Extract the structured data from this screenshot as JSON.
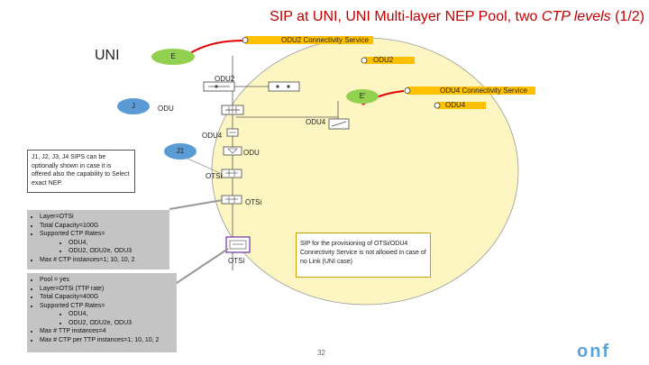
{
  "slide": {
    "title_main": "SIP at UNI, UNI Multi-layer NEP Pool, two ",
    "title_italic": "CTP levels",
    "title_tail": " (1/2)",
    "uni_label": "UNI",
    "page_number": "32"
  },
  "diagram": {
    "services": {
      "odu2_service": "ODU2 Connectivity Service",
      "odu4_service": "ODU4 Connectivity Service",
      "odu2_short": "ODU2",
      "odu4_short": "ODU4"
    },
    "layer_labels": {
      "odu2_top": "ODU2",
      "odu_left": "ODU",
      "odu4_right": "ODU4",
      "odu4_left": "ODU4",
      "odu_mid": "ODU",
      "otsi_mid": "OTSi",
      "otsi_low": "OTSi",
      "otsi_sip": "OTSi"
    },
    "bubbles": {
      "e": "E",
      "e_prime": "E'",
      "j": "J",
      "j1": "J1"
    }
  },
  "note": {
    "text": "J1, J2, J3, J4 SIPS can be optionally shown in case it is offered also the capability to Select exact NEP."
  },
  "upper_box": {
    "items": [
      "Layer=OTSi",
      "Total Capacity=100G",
      "Supported CTP Rates="
    ],
    "sub_items": [
      "ODU4,",
      "ODU2, ODU2e, ODU3"
    ],
    "last_item": "Max # CTP instances=1; 10, 10, 2"
  },
  "lower_box": {
    "items": [
      "Pool = yes",
      "Layer=OTSi (TTP rate)",
      "Total Capacity=400G",
      "Supported CTP Rates="
    ],
    "sub_items": [
      "ODU4,",
      "ODU2, ODU2e, ODU3"
    ],
    "last_items": [
      "Max # TTP instances=4",
      "Max # CTP per TTP instances=1; 10, 10, 2"
    ]
  },
  "sip_note": {
    "text": "SIP for the provisioning of OTSi/ODU4 Connectivity Service is not allowed in case of no Link (UNI case)"
  },
  "logo": {
    "text": "onf"
  },
  "colors": {
    "title": "#c00000",
    "service_bar": "#ffc000",
    "pool_circle": "#fdf6c3",
    "bubble_green": "#92d050",
    "bubble_blue": "#5b9bd5",
    "gray_box": "#c4c4c4",
    "red_line": "#e00000",
    "logo_blue": "#5ba3d8"
  }
}
